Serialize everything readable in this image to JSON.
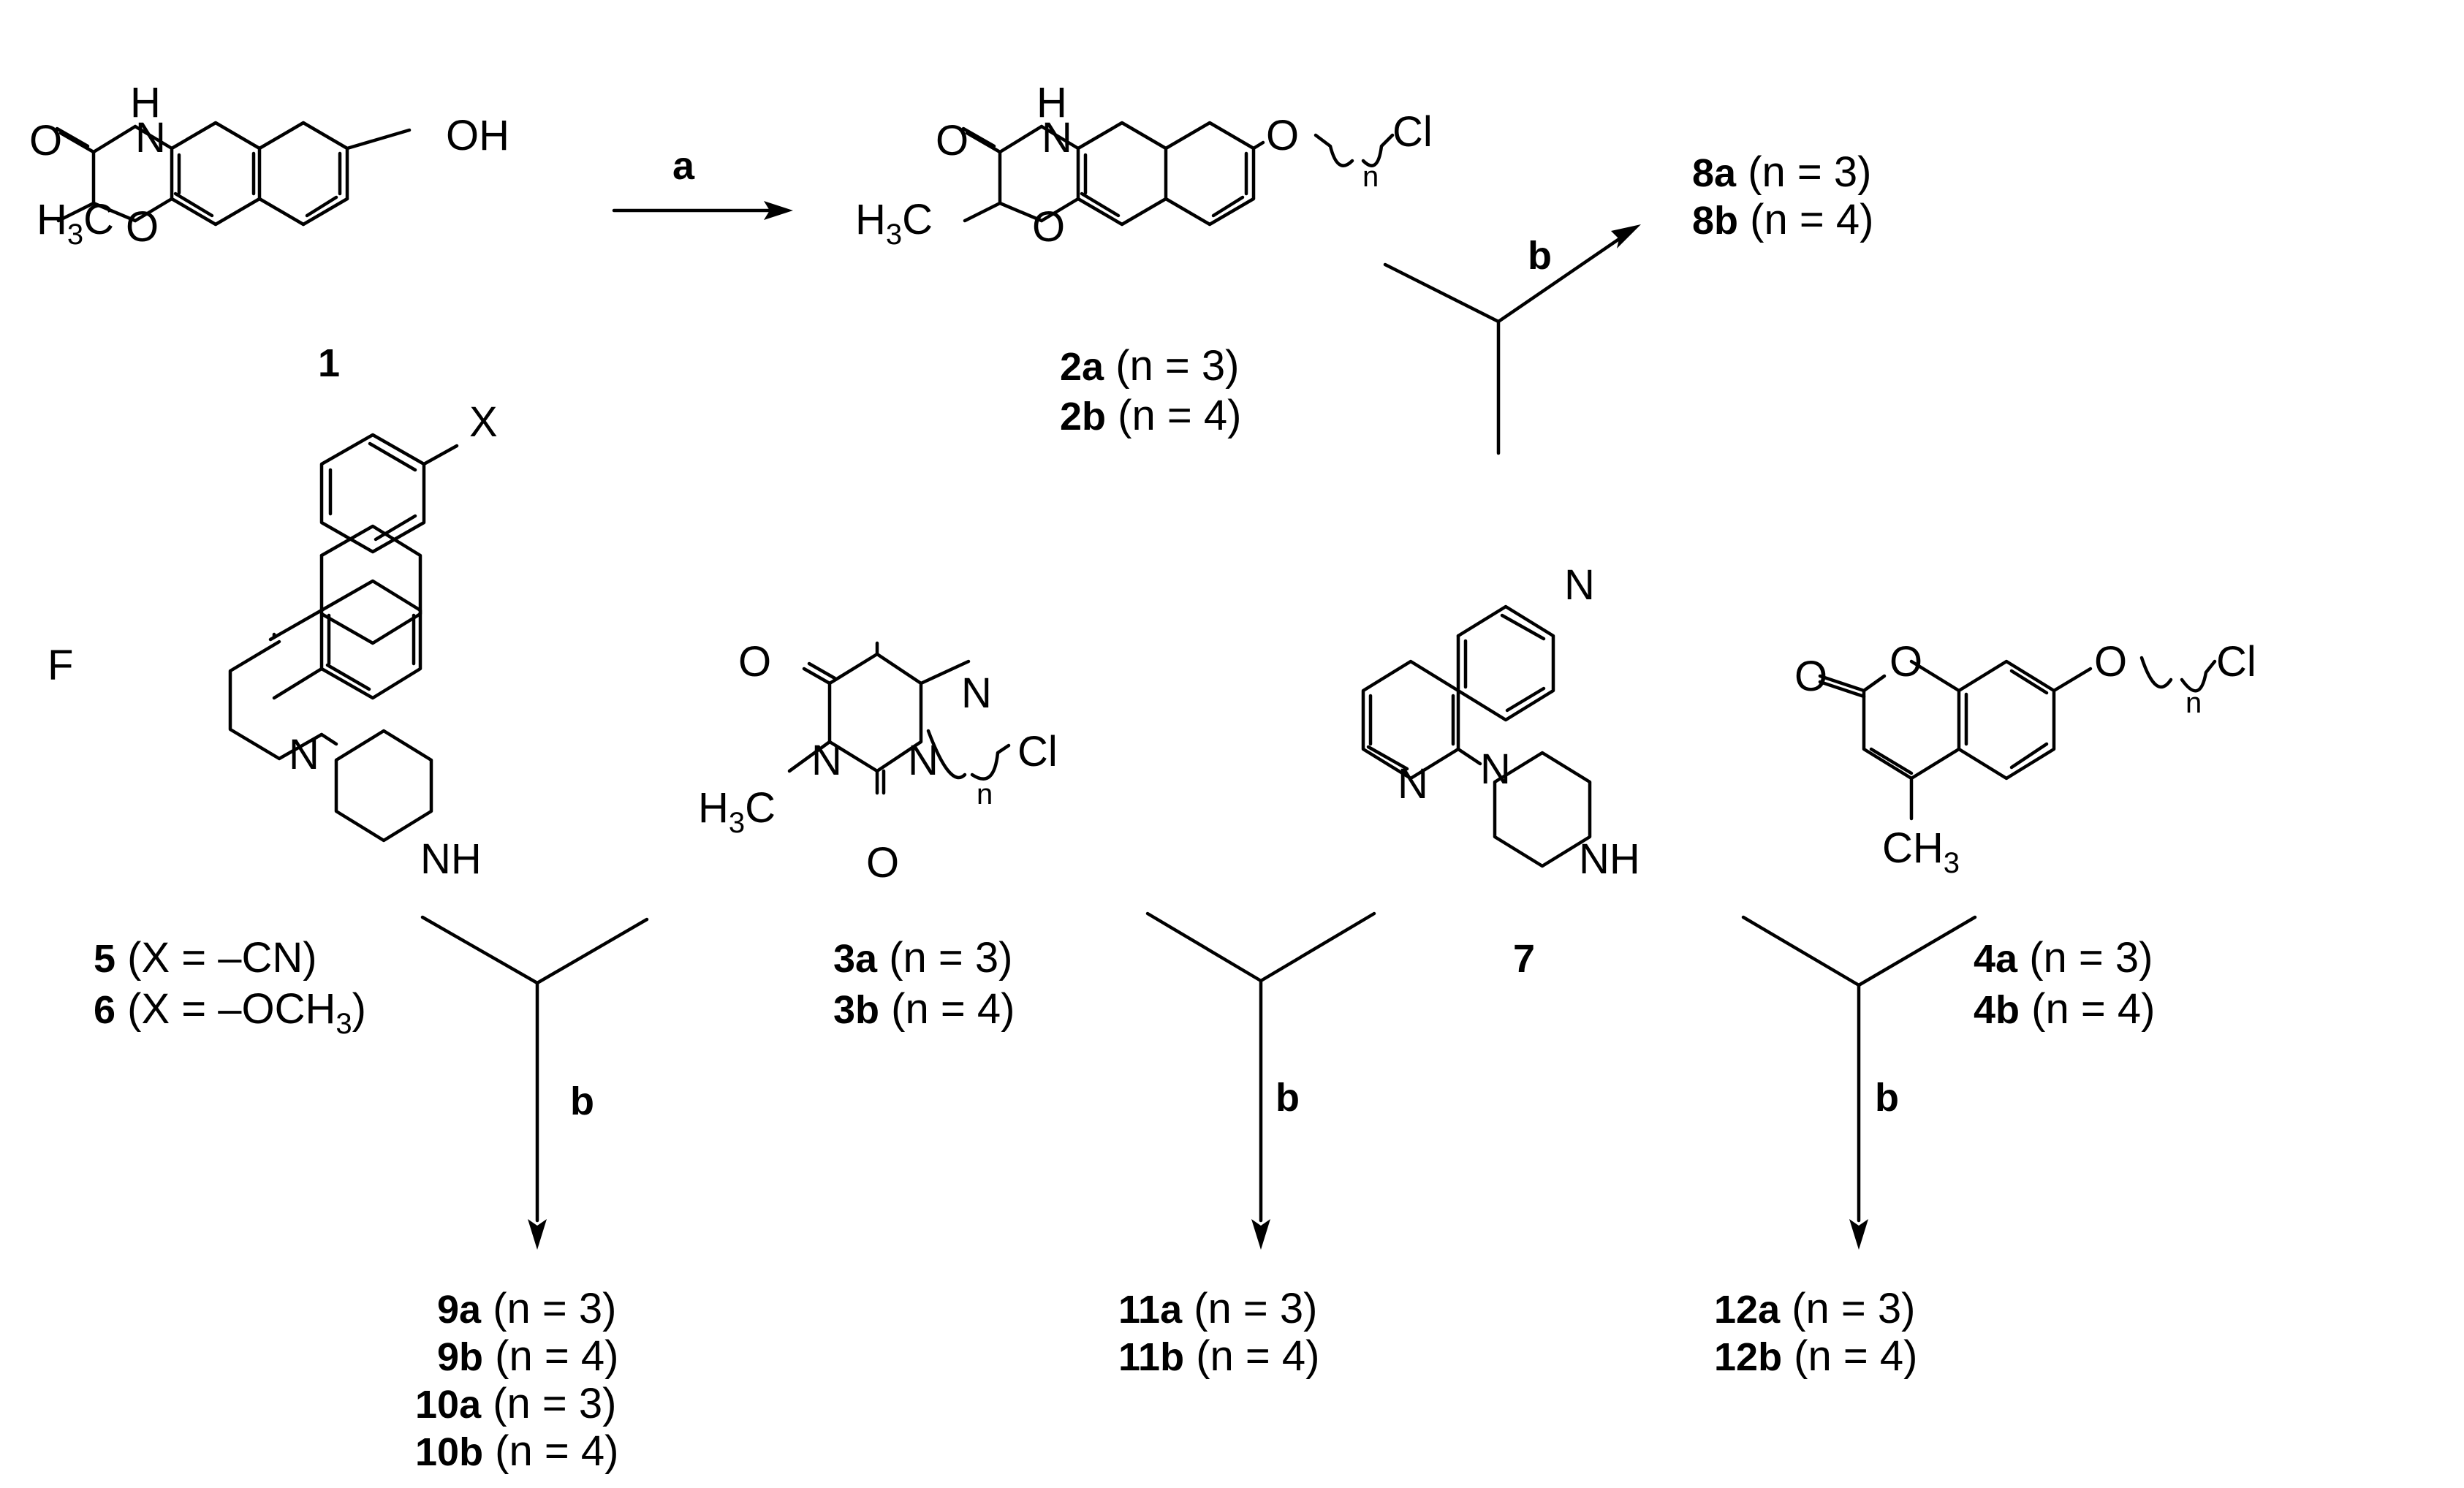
{
  "atoms": {
    "H": "H",
    "N": "N",
    "O": "O",
    "F": "F",
    "X": "X",
    "OH": "OH",
    "Cl": "Cl",
    "NH": "NH",
    "n": "n",
    "H3C_main": "H",
    "H3C_sub": "3",
    "H3C_tail": "C",
    "CH3_main": "CH",
    "CH3_sub": "3"
  },
  "compounds": {
    "c1": "1",
    "c2a": "2a",
    "c2a_n": " (n = 3)",
    "c2b": "2b",
    "c2b_n": " (n = 4)",
    "c3a": "3a",
    "c3a_n": " (n = 3)",
    "c3b": "3b",
    "c3b_n": " (n = 4)",
    "c4a": "4a",
    "c4a_n": " (n = 3)",
    "c4b": "4b",
    "c4b_n": " (n = 4)",
    "c5": "5",
    "c5_x": " (X = –CN)",
    "c6": "6",
    "c6_x_pre": " (X = –OCH",
    "c6_x_sub": "3",
    "c6_x_post": ")",
    "c7": "7",
    "c8a": "8a",
    "c8a_n": " (n = 3)",
    "c8b": "8b",
    "c8b_n": " (n = 4)",
    "c9a": "9a",
    "c9a_n": " (n = 3)",
    "c9b": "9b",
    "c9b_n": " (n = 4)",
    "c10a": "10a",
    "c10a_n": " (n = 3)",
    "c10b": "10b",
    "c10b_n": " (n = 4)",
    "c11a": "11a",
    "c11a_n": " (n = 3)",
    "c11b": "11b",
    "c11b_n": " (n = 4)",
    "c12a": "12a",
    "c12a_n": " (n = 3)",
    "c12b": "12b",
    "c12b_n": " (n = 4)"
  },
  "reagents": {
    "a": "a",
    "b": "b"
  }
}
